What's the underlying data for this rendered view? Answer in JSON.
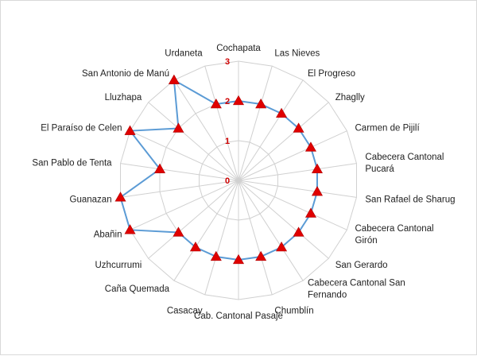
{
  "chart_data": {
    "type": "radar",
    "categories": [
      "Cochapata",
      "Las Nieves",
      "El Progreso",
      "Zhaglly",
      "Carmen de Pijilí",
      "Cabecera Cantonal Pucará",
      "San Rafael de Sharug",
      "Cabecera Cantonal Girón",
      "San Gerardo",
      "Cabecera Cantonal San Fernando",
      "Chumblín",
      "Cab. Cantonal Pasaje",
      "Casacay",
      "Caña Quemada",
      "Uzhcurrumi",
      "Abañin",
      "Guanazan",
      "San Pablo de Tenta",
      "El Paraíso de Celen",
      "Lluzhapa",
      "San Antonio de Manú",
      "Urdaneta"
    ],
    "category_label_lines": [
      [
        "Cochapata"
      ],
      [
        "Las Nieves"
      ],
      [
        "El Progreso"
      ],
      [
        "Zhaglly"
      ],
      [
        "Carmen de Pijilí"
      ],
      [
        "Cabecera Cantonal",
        "Pucará"
      ],
      [
        "San Rafael de Sharug"
      ],
      [
        "Cabecera Cantonal",
        "Girón"
      ],
      [
        "San Gerardo"
      ],
      [
        "Cabecera Cantonal San",
        "Fernando"
      ],
      [
        "Chumblín"
      ],
      [
        "Cab. Cantonal Pasaje"
      ],
      [
        "Casacay"
      ],
      [
        "Caña Quemada"
      ],
      [
        "Uzhcurrumi"
      ],
      [
        "Abañin"
      ],
      [
        "Guanazan"
      ],
      [
        "San Pablo de Tenta"
      ],
      [
        "El Paraíso de Celen"
      ],
      [
        "Lluzhapa"
      ],
      [
        "San Antonio de Manú"
      ],
      [
        "Urdaneta"
      ]
    ],
    "series": [
      {
        "values": [
          2,
          2,
          2,
          2,
          2,
          2,
          2,
          2,
          2,
          2,
          2,
          2,
          2,
          2,
          2,
          3,
          3,
          2,
          3,
          2,
          3,
          2
        ]
      }
    ],
    "ylim": [
      0,
      3
    ],
    "tick_labels": [
      "0",
      "1",
      "2",
      "3"
    ],
    "grid": true,
    "colors": {
      "line": "#5b9bd5",
      "marker": "#e00000",
      "tick_label": "#d00000",
      "grid": "#d0d0d0",
      "category_label": "#222222"
    }
  }
}
